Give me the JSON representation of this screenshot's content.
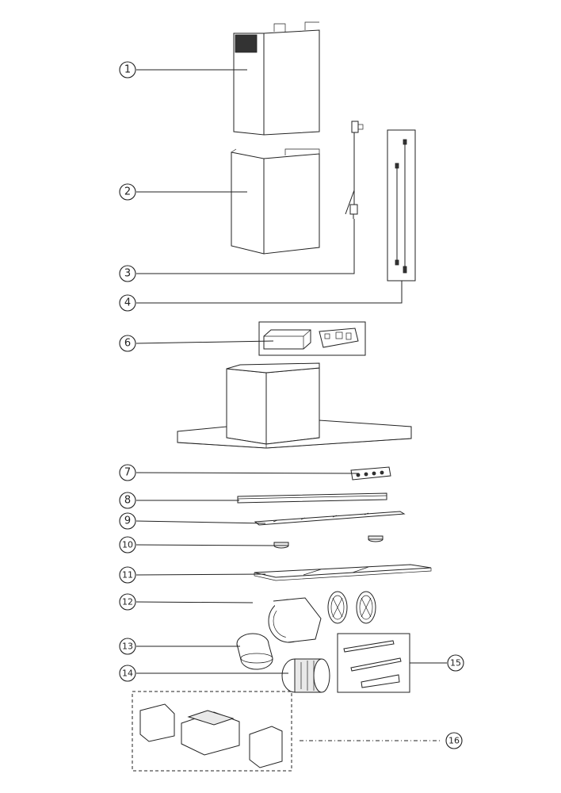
{
  "callouts": [
    {
      "num": "1"
    },
    {
      "num": "2"
    },
    {
      "num": "3"
    },
    {
      "num": "4"
    },
    {
      "num": "6"
    },
    {
      "num": "7"
    },
    {
      "num": "8"
    },
    {
      "num": "9"
    },
    {
      "num": "10"
    },
    {
      "num": "11"
    },
    {
      "num": "12"
    },
    {
      "num": "13"
    },
    {
      "num": "14"
    },
    {
      "num": "15"
    },
    {
      "num": "16"
    }
  ]
}
